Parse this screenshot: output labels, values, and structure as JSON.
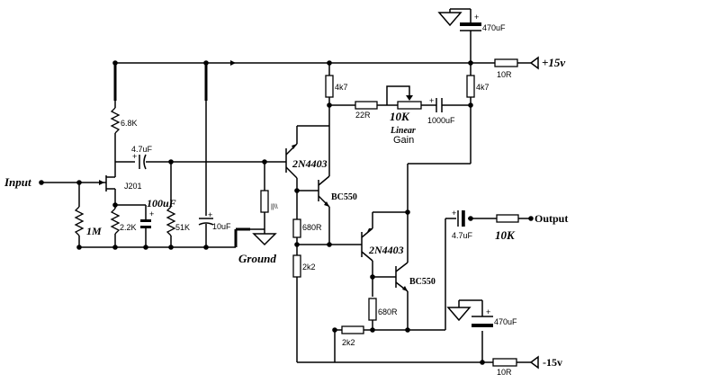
{
  "labels": {
    "input": "Input",
    "ground": "Ground",
    "output": "Output",
    "plus15": "+15v",
    "minus15": "-15v",
    "gain_pot": "10K",
    "gain_linear": "Linear",
    "gain": "Gain",
    "out_res": "10K",
    "hash": "||\\\\"
  },
  "components": {
    "r_6k8": "6.8K",
    "c_4u7_in": "4.7uF",
    "jfet": "J201",
    "c_100u": "100uF",
    "r_1m": "1M",
    "r_2k2_src": "2.2K",
    "r_51k": "51K",
    "c_10u": "10uF",
    "q1": "2N4403",
    "q2": "BC550",
    "q3": "2N4403",
    "q4": "BC550",
    "r_4k7_a": "4k7",
    "r_4k7_b": "4k7",
    "r_22r": "22R",
    "c_1000u": "1000uF",
    "r_680_a": "680R",
    "r_680_b": "680R",
    "r_2k2_a": "2k2",
    "r_2k2_b": "2k2",
    "c_470u_top": "470uF",
    "c_470u_bot": "470uF",
    "r_10r_top": "10R",
    "r_10r_bot": "10R",
    "c_4u7_out": "4.7uF"
  }
}
